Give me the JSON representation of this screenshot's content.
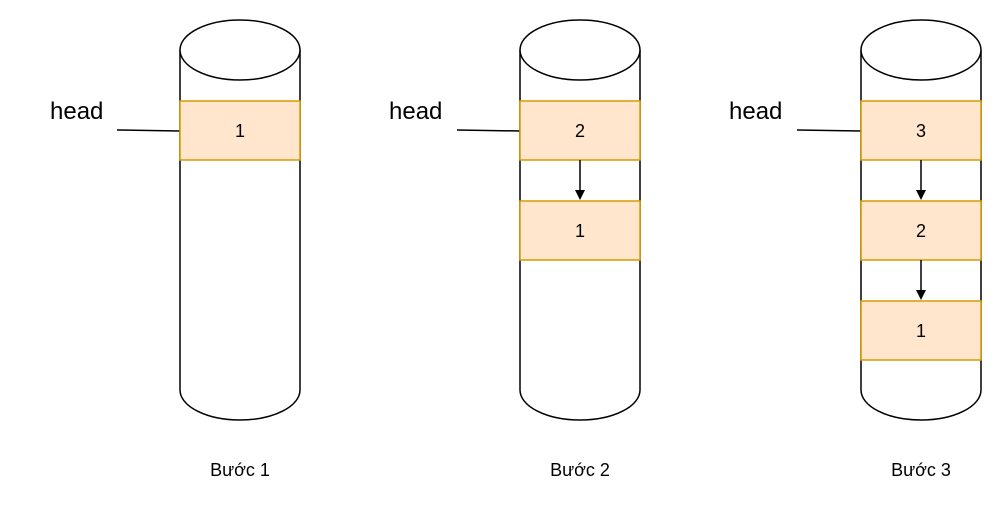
{
  "diagram": {
    "head_label": "head",
    "stacks": [
      {
        "step_label": "Bước 1",
        "nodes": [
          "1"
        ]
      },
      {
        "step_label": "Bước 2",
        "nodes": [
          "2",
          "1"
        ]
      },
      {
        "step_label": "Bước 3",
        "nodes": [
          "3",
          "2",
          "1"
        ]
      }
    ],
    "colors": {
      "node_fill": "#ffe6cc",
      "node_stroke": "#d79b00",
      "line": "#000000"
    }
  }
}
